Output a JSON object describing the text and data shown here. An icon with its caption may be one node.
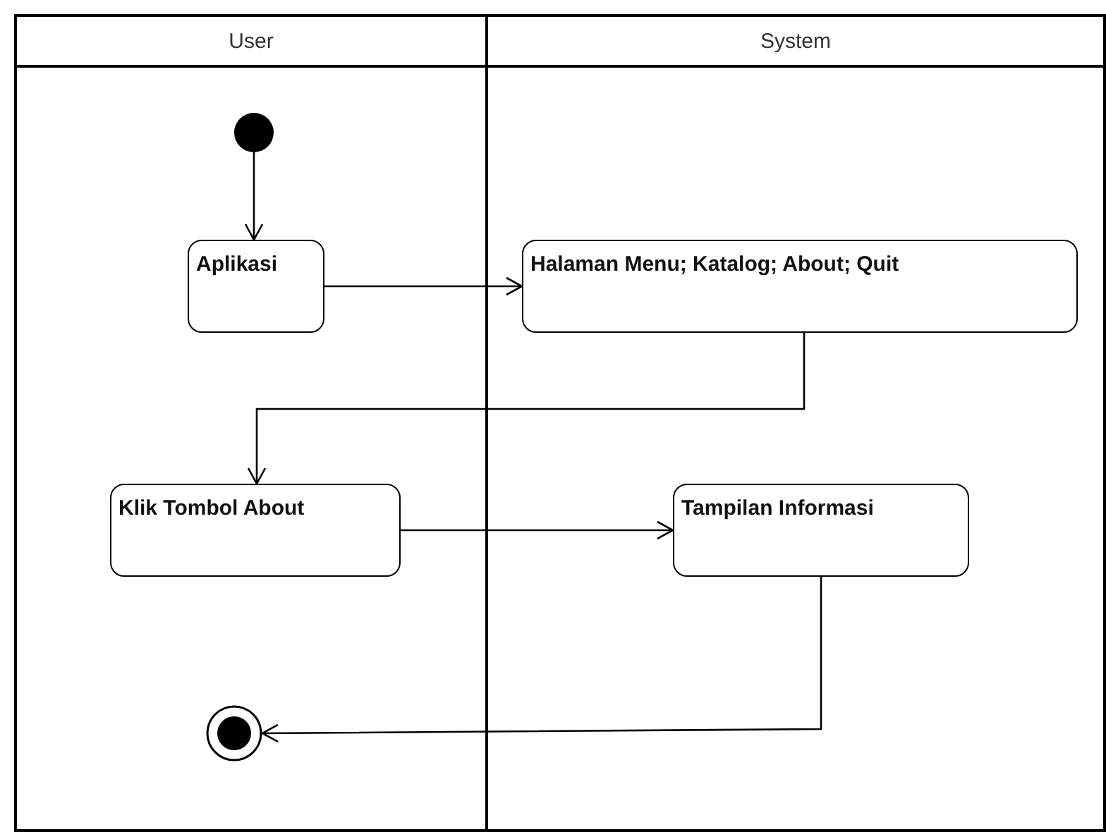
{
  "diagram": {
    "nodes": [
      {
        "text": [
          "User"
        ]
      },
      {
        "text": [
          "System"
        ]
      },
      {
        "text": [],
        "shape": "circle",
        "in": 0
      },
      {
        "text": [
          "Aplikasi"
        ],
        "in": 0
      },
      {
        "text": [
          "Halaman Menu; Katalog; About; Quit"
        ],
        "in": 1
      },
      {
        "text": [
          "Klik Tombol About"
        ],
        "in": 0
      },
      {
        "text": [
          "Tampilan Informasi"
        ],
        "in": 1
      },
      {
        "text": [],
        "shape": "bullseye",
        "in": 0
      }
    ],
    "edges": [
      {
        "from": 2,
        "to": 3,
        "arrow": "to"
      },
      {
        "from": 3,
        "to": 4,
        "arrow": "to"
      },
      {
        "from": 4,
        "to": 5,
        "arrow": "to"
      },
      {
        "from": 5,
        "to": 6,
        "arrow": "to"
      },
      {
        "from": 6,
        "to": 7,
        "arrow": "to"
      }
    ]
  }
}
